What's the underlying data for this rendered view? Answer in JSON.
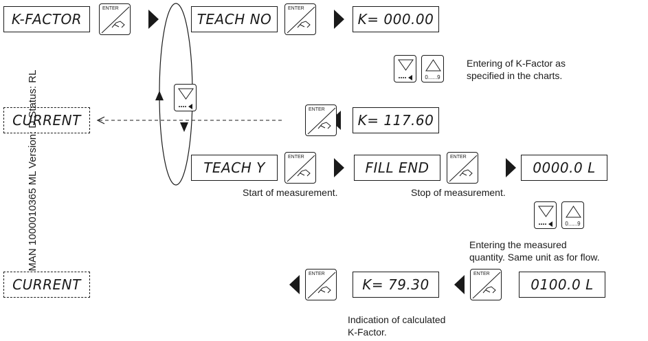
{
  "side_label": "MAN 1000010365 ML Version: D Status: RL",
  "displays": {
    "k_factor": "K-FACTOR",
    "teach_no": "TEACH NO",
    "k_zero": "K= 000.00",
    "current_top": "CURRENT",
    "k_117": "K= 117.60",
    "teach_y": "TEACH Y",
    "fill_end": "FILL END",
    "vol_zero": "0000.0 L",
    "current_bottom": "CURRENT",
    "k_79": "K= 79.30",
    "vol_100": "0100.0 L"
  },
  "keys": {
    "enter_label": "ENTER",
    "up_digits": "0......9"
  },
  "notes": {
    "entering_k": "Entering of K-Factor as\nspecified in the charts.",
    "start": "Start of measurement.",
    "stop": "Stop of measurement.",
    "entering_qty": "Entering the measured\nquantity. Same unit as for flow.",
    "indication": "Indication of calculated\nK-Factor."
  }
}
